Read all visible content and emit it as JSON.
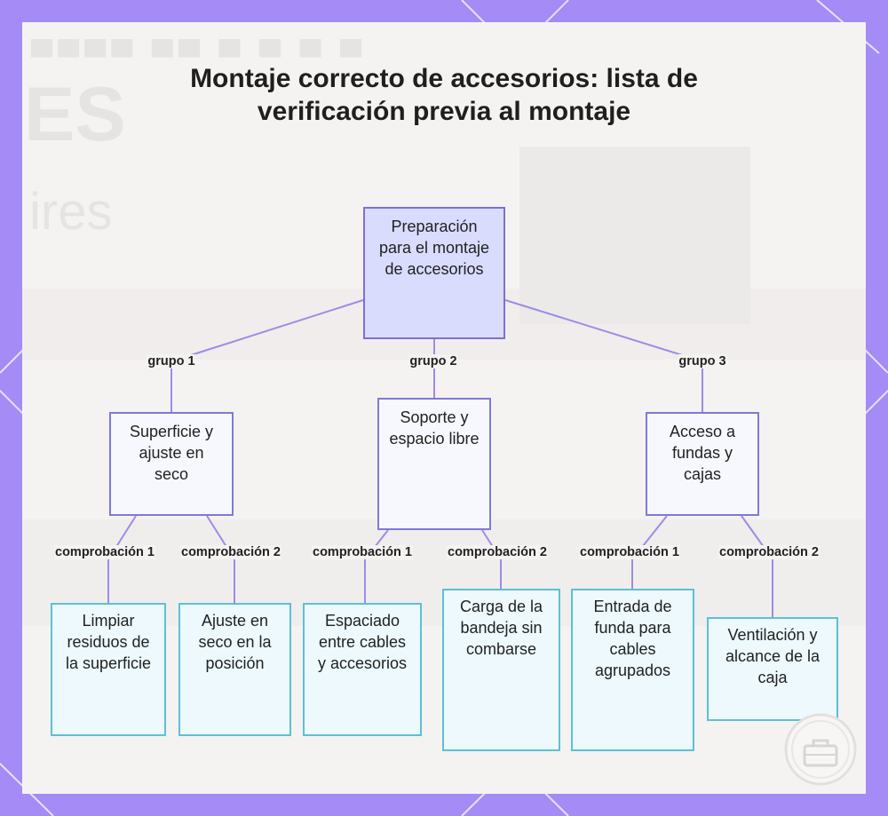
{
  "title": "Montaje correcto de accesorios: lista de verificación previa al montaje",
  "colors": {
    "frame": "#a48bf5",
    "root_fill": "#d9dcfd",
    "root_border": "#7d6fd6",
    "mid_border": "#7f79d9",
    "leaf_border": "#5dc0d3",
    "edge": "#a08ae6"
  },
  "root": {
    "label": "Preparación para el montaje de accesorios"
  },
  "groups": [
    {
      "edge_label": "grupo 1",
      "label": "Superficie y ajuste en seco",
      "checks": [
        {
          "edge_label": "comprobación 1",
          "label": "Limpiar residuos de la superficie"
        },
        {
          "edge_label": "comprobación 2",
          "label": "Ajuste en seco en la posición"
        }
      ]
    },
    {
      "edge_label": "grupo 2",
      "label": "Soporte y espacio libre",
      "checks": [
        {
          "edge_label": "comprobación 1",
          "label": "Espaciado entre cables y accesorios"
        },
        {
          "edge_label": "comprobación 2",
          "label": "Carga de la bandeja sin combarse"
        }
      ]
    },
    {
      "edge_label": "grupo 3",
      "label": "Acceso a fundas y cajas",
      "checks": [
        {
          "edge_label": "comprobación 1",
          "label": "Entrada de funda para cables agrupados"
        },
        {
          "edge_label": "comprobación 2",
          "label": "Ventilación y alcance de la caja"
        }
      ]
    }
  ],
  "logo_icon": "toolbox-logo-icon"
}
